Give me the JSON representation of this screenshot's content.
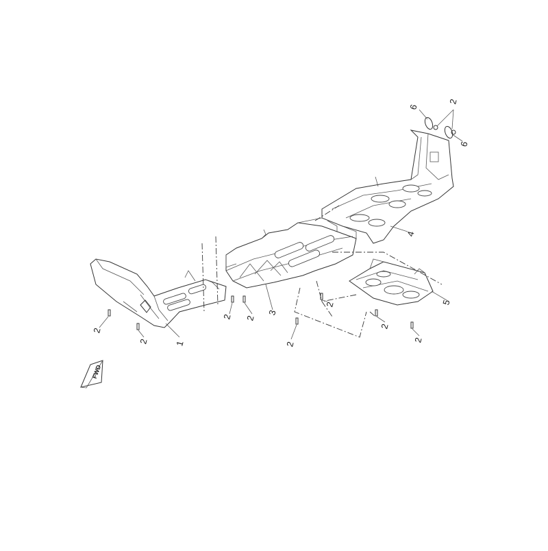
{
  "diagram": {
    "callouts": {
      "part1": "1",
      "part2_a": "2",
      "part2_b": "2",
      "part2_c": "2",
      "part2_d": "2",
      "part2_e": "2",
      "part2_f": "2",
      "part2_g": "2",
      "part2_h": "2",
      "part2_i": "2",
      "part3": "3",
      "part4": "4",
      "part5": "5",
      "part6_a": "6",
      "part6_b": "6"
    },
    "direction_marker": "FWD",
    "colors": {
      "line": "#333333",
      "background": "#ffffff"
    }
  }
}
